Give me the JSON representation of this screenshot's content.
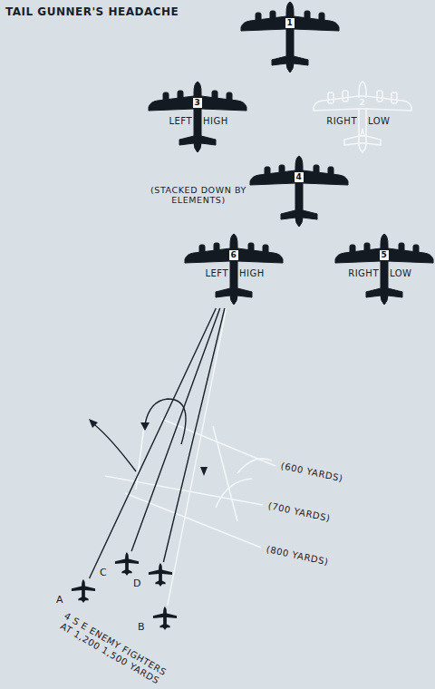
{
  "diagram": {
    "title": "TAIL GUNNER'S HEADACHE",
    "nodes": [
      {
        "text": [
          "1"
        ]
      },
      {
        "text": [
          "3",
          "LEFT",
          "HIGH"
        ]
      },
      {
        "text": [
          "2",
          "RIGHT",
          "LOW"
        ]
      },
      {
        "text": [
          "4"
        ]
      },
      {
        "text": [
          "6",
          "LEFT",
          "HIGH"
        ]
      },
      {
        "text": [
          "5",
          "RIGHT",
          "LOW"
        ]
      },
      {
        "text": [
          "A"
        ]
      },
      {
        "text": [
          "C"
        ]
      },
      {
        "text": [
          "D"
        ]
      },
      {
        "text": [
          "B"
        ]
      }
    ],
    "edges": [
      {
        "from": 4,
        "to": 6,
        "arrow": "none"
      },
      {
        "from": 4,
        "to": 7,
        "arrow": "none"
      },
      {
        "from": 4,
        "to": 8,
        "arrow": "none"
      },
      {
        "from": 4,
        "to": 9,
        "arrow": "none"
      }
    ],
    "labels": [
      "(STACKED DOWN BY ELEMENTS)",
      "(600 YARDS)",
      "(700 YARDS)",
      "(800 YARDS)",
      "4 S E ENEMY FIGHTERS AT 1,200 1,500 YARDS"
    ]
  }
}
